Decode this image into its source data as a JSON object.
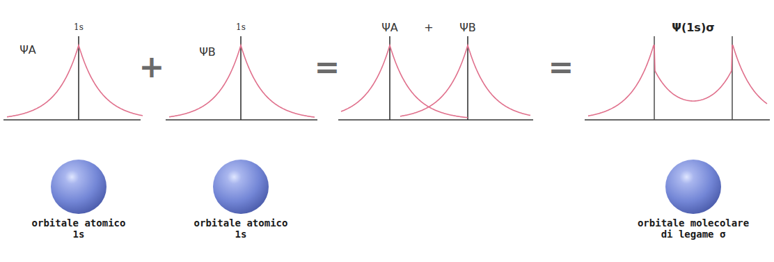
{
  "diagram": {
    "labels": [
      "1s",
      "ΨA",
      "+",
      "1s",
      "ΨB",
      "=",
      "ΨA",
      "+",
      "ΨB",
      "=",
      "Ψ(1s)σ",
      "orbitale atomico 1s",
      "orbitale atomico 1s",
      "orbitale molecolare di legame σ"
    ]
  }
}
